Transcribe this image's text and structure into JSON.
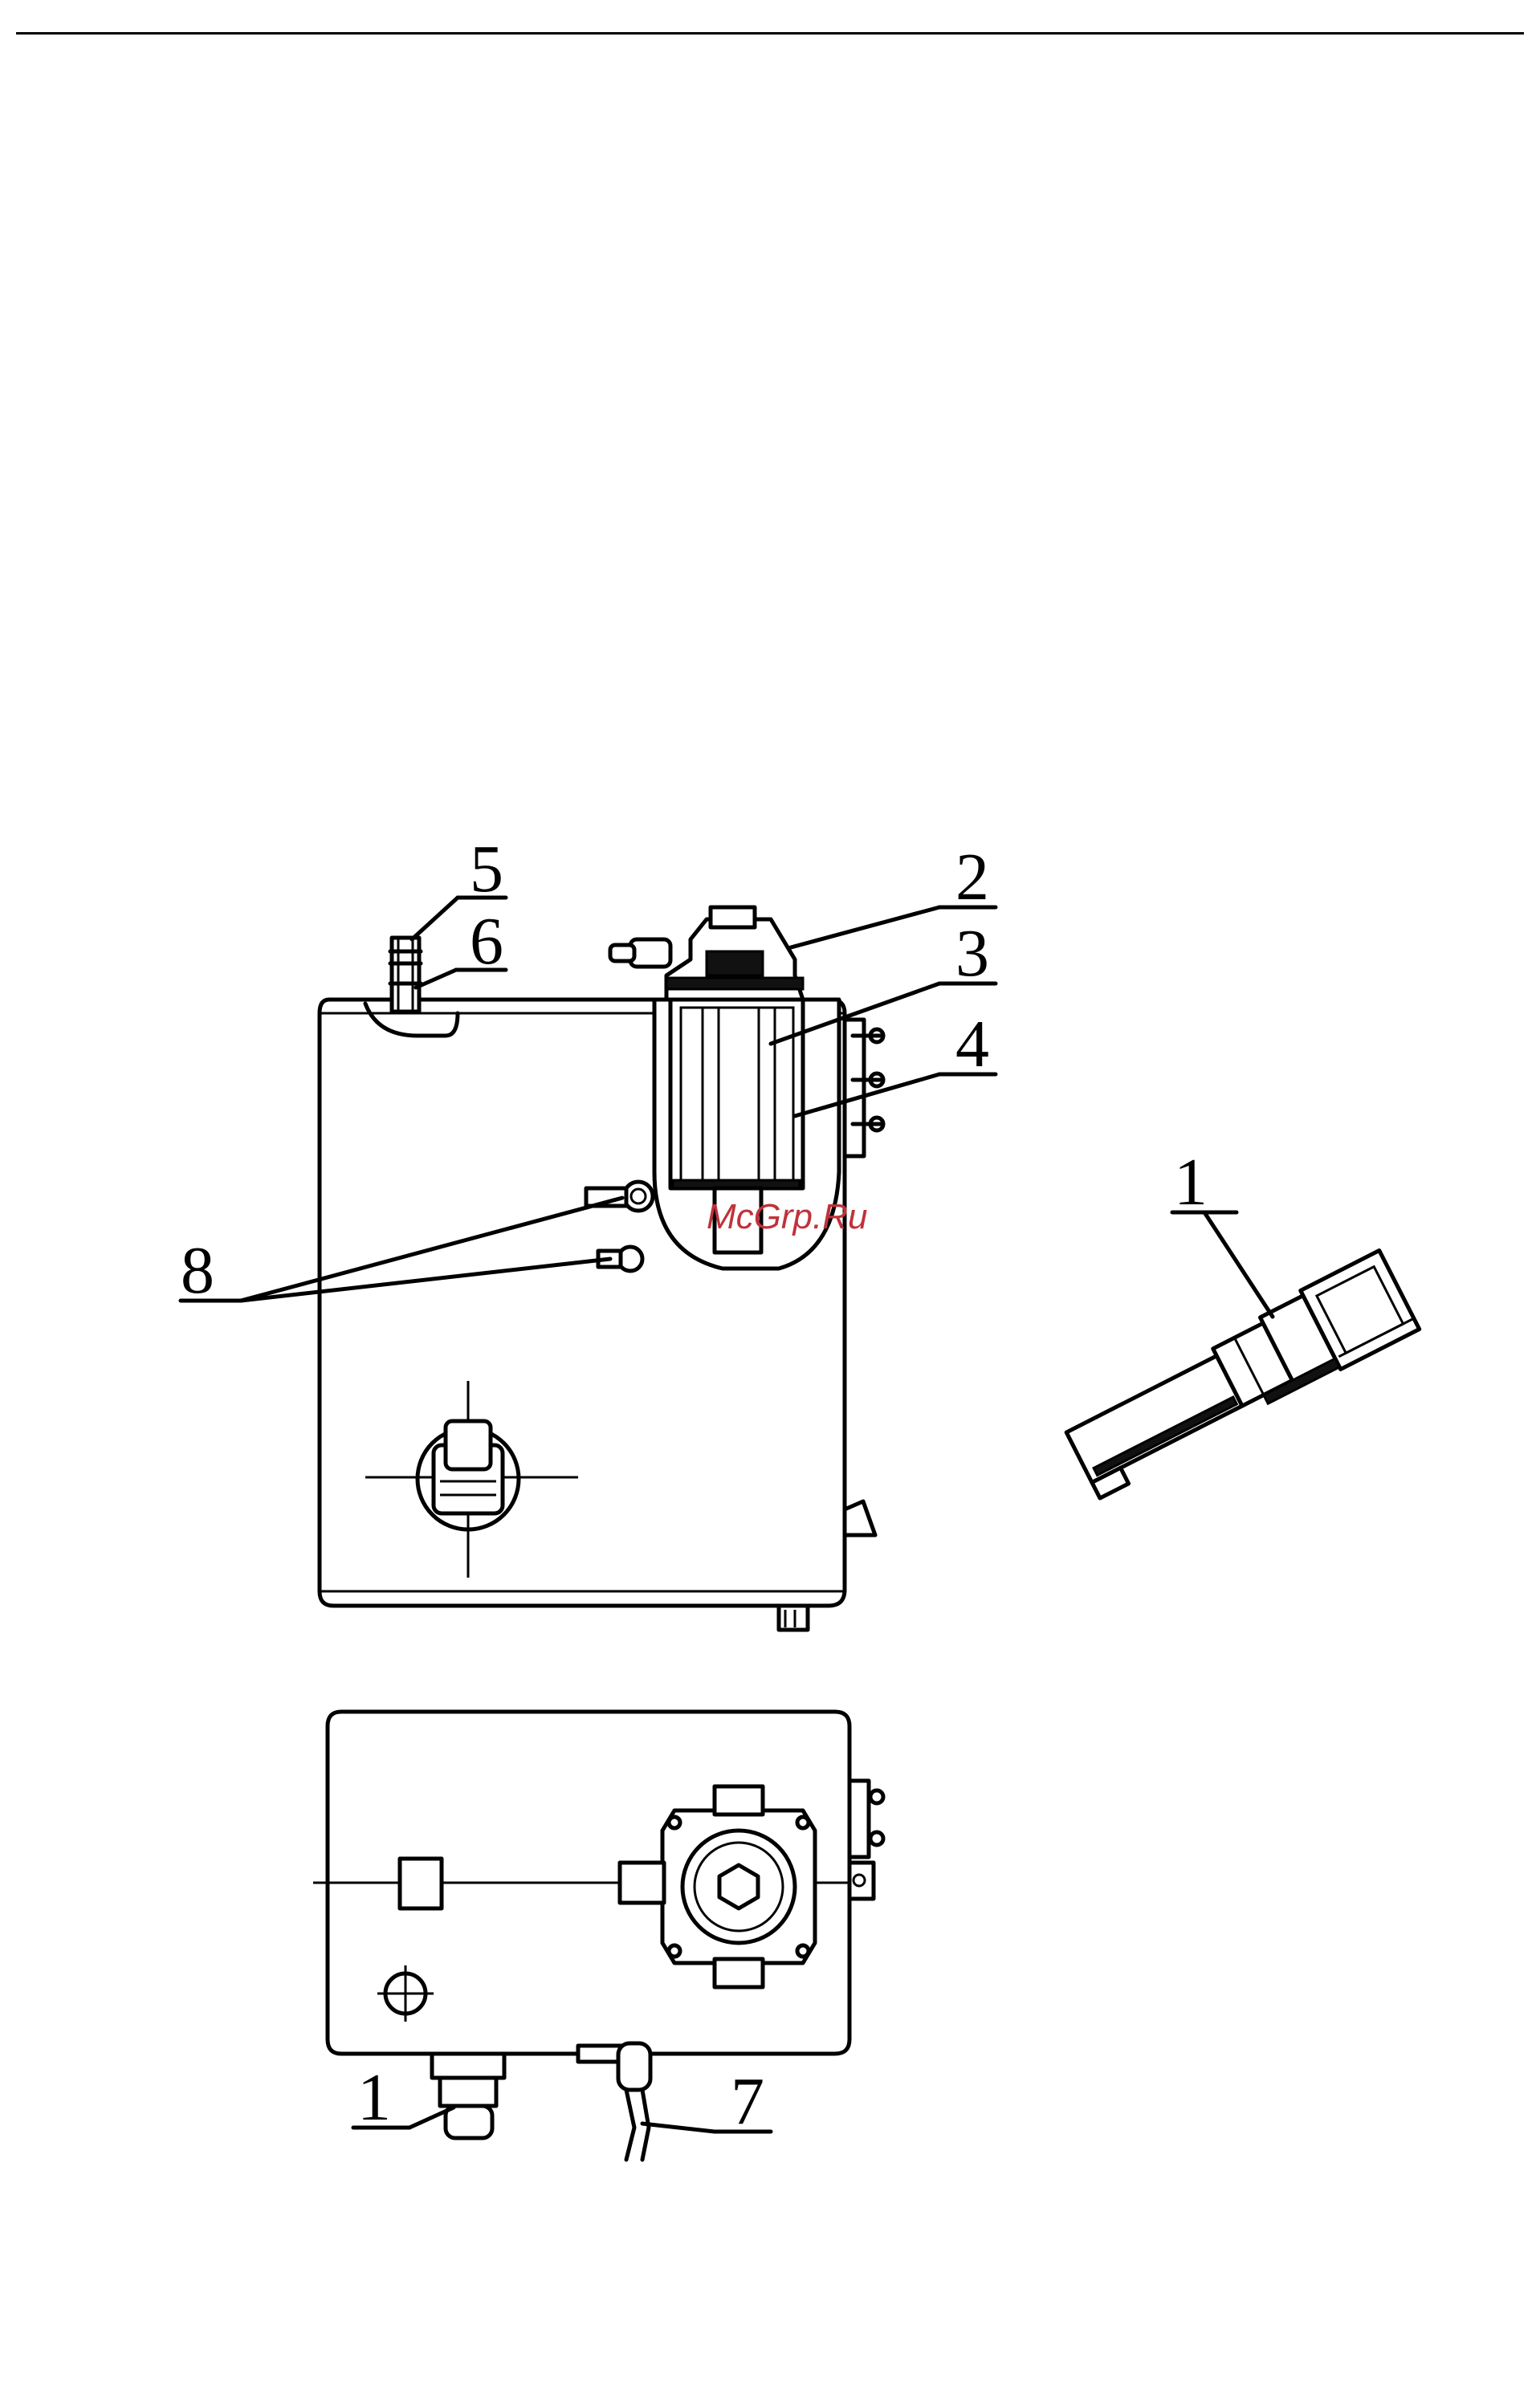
{
  "watermark": "McGrp.Ru",
  "callouts": {
    "c5": "5",
    "c6": "6",
    "c2": "2",
    "c3": "3",
    "c4": "4",
    "c8": "8",
    "c1_detail": "1",
    "c1_bottom": "1",
    "c7": "7"
  }
}
